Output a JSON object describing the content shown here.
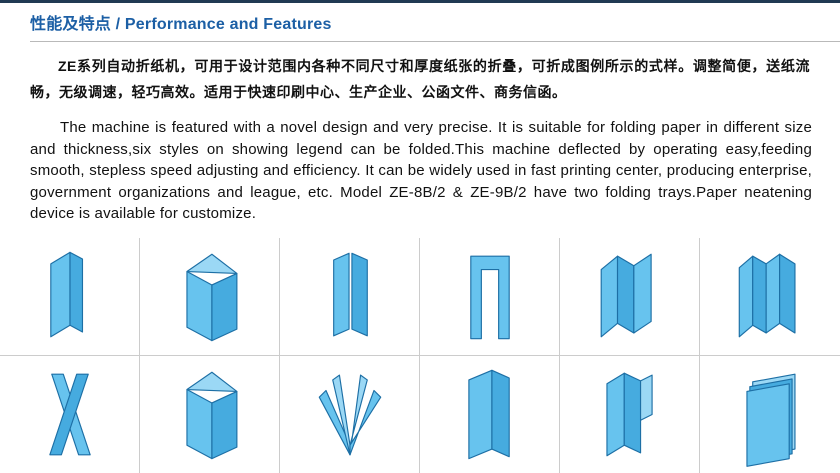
{
  "header": {
    "title": "性能及特点 / Performance and Features"
  },
  "intro": {
    "chinese": "ZE系列自动折纸机，可用于设计范围内各种不同尺寸和厚度纸张的折叠，可折成图例所示的式样。调整简便，送纸流畅，无级调速，轻巧高效。适用于快速印刷中心、生产企业、公函文件、商务信函。",
    "english": "The machine is featured with a novel design and very precise. It is suitable for folding paper in different size and thickness,six styles on showing legend can be folded.This machine deflected by operating easy,feeding smooth, stepless speed adjusting and efficiency. It can be widely used in fast printing center, producing enterprise, government organizations and league, etc. Model ZE-8B/2 & ZE-9B/2 have two folding trays.Paper neatening device is available for customize."
  },
  "legend": {
    "icons": [
      {
        "name": "single-fold-icon"
      },
      {
        "name": "triangle-fold-icon"
      },
      {
        "name": "parallel-fold-icon"
      },
      {
        "name": "gate-fold-icon"
      },
      {
        "name": "z-fold-icon"
      },
      {
        "name": "accordion-fold-icon"
      },
      {
        "name": "cross-fold-icon"
      },
      {
        "name": "triangle-fold-icon-2"
      },
      {
        "name": "fan-fold-icon"
      },
      {
        "name": "half-fold-icon"
      },
      {
        "name": "letter-fold-icon"
      },
      {
        "name": "booklet-fold-icon"
      }
    ]
  },
  "colors": {
    "heading_blue": "#1c5fa5",
    "top_rule": "#203a53",
    "divider_gray": "#cccccc",
    "paper_fill": "#67c3ee",
    "paper_fill_dark": "#46abdf",
    "paper_fill_light": "#9bd8f5",
    "paper_stroke": "#1d6fa5",
    "text_black": "#111111"
  }
}
